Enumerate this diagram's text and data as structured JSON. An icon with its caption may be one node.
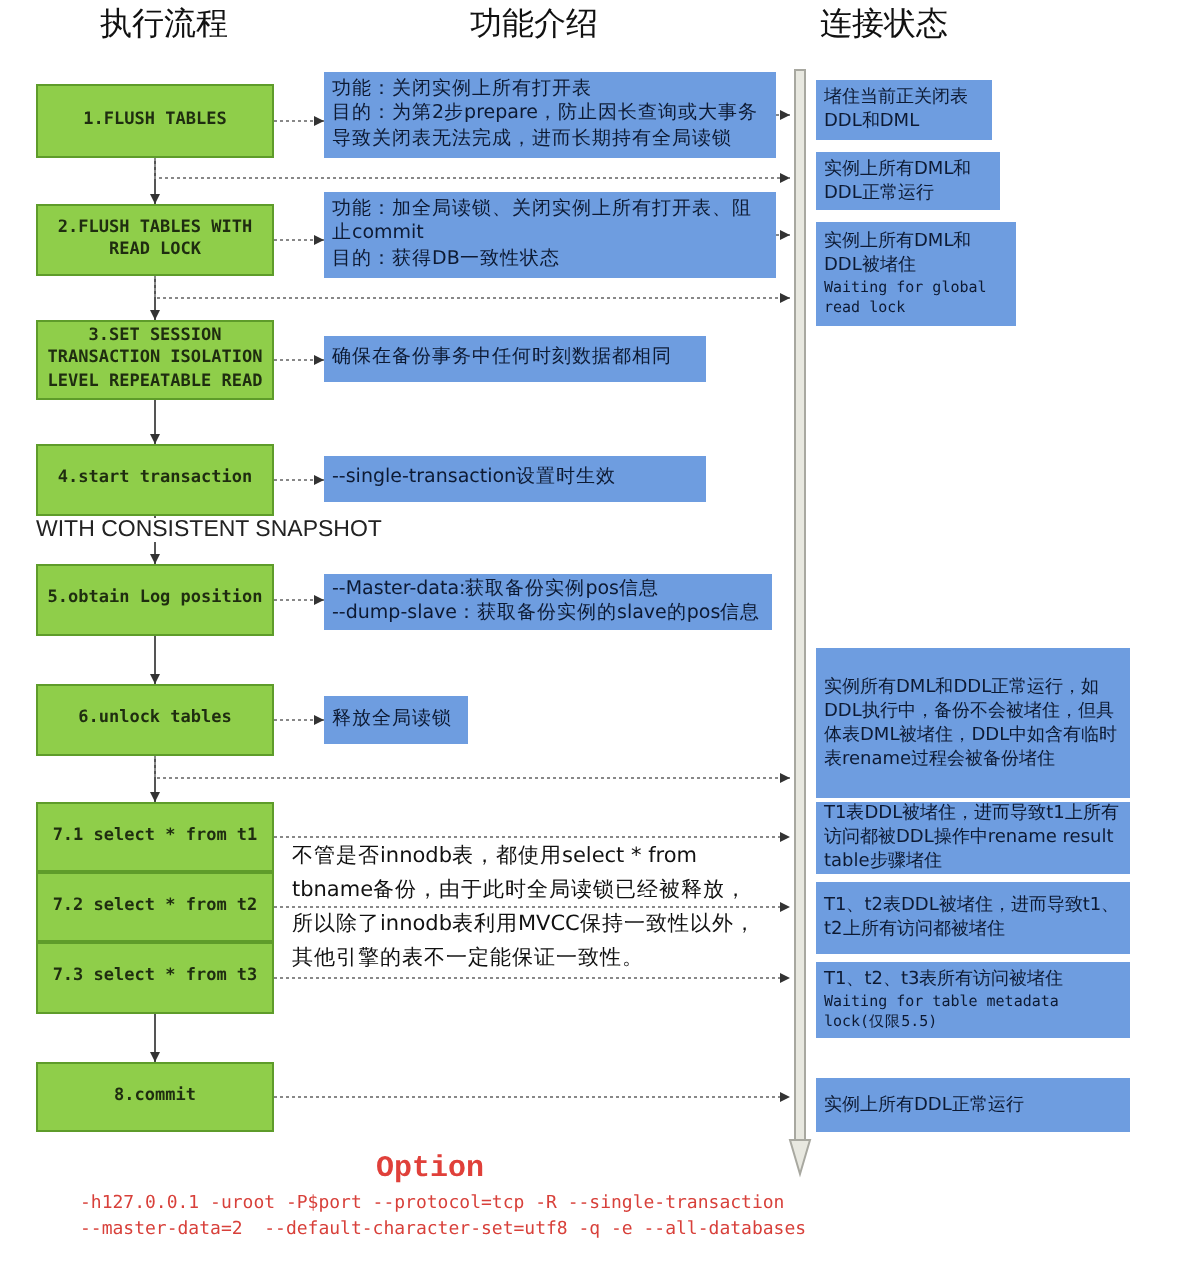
{
  "diagram": {
    "nodes": [
      {
        "text": [
          "1.FLUSH TABLES"
        ]
      },
      {
        "text": [
          "2.FLUSH TABLES WITH READ LOCK"
        ]
      },
      {
        "text": [
          "3.SET SESSION TRANSACTION ISOLATION LEVEL REPEATABLE READ"
        ]
      },
      {
        "text": [
          "4.start transaction"
        ],
        "beside": [
          "WITH CONSISTENT SNAPSHOT"
        ]
      },
      {
        "text": [
          "5.obtain Log position"
        ]
      },
      {
        "text": [
          "6.unlock tables"
        ]
      },
      {
        "text": [
          "7.1 select * from t1"
        ]
      },
      {
        "text": [
          "7.2 select * from t2"
        ]
      },
      {
        "text": [
          "7.3 select * from t3"
        ]
      },
      {
        "text": [
          "8.commit"
        ]
      },
      {
        "text": [
          "功能：关闭实例上所有打开表",
          "目的：为第2步prepare，防止因长查询或大事务导致关闭表无法完成，进而长期持有全局读锁"
        ]
      },
      {
        "text": [
          "功能：加全局读锁、关闭实例上所有打开表、阻止commit",
          "目的：获得DB一致性状态"
        ]
      },
      {
        "text": [
          "确保在备份事务中任何时刻数据都相同"
        ]
      },
      {
        "text": [
          "--single-transaction设置时生效"
        ]
      },
      {
        "text": [
          "--Master-data:获取备份实例pos信息",
          "--dump-slave：获取备份实例的slave的pos信息"
        ]
      },
      {
        "text": [
          "释放全局读锁"
        ]
      },
      {
        "text": [
          "堵住当前正关闭表DDL和DML"
        ]
      },
      {
        "text": [
          "实例上所有DML和DDL正常运行"
        ]
      },
      {
        "text": [
          "实例上所有DML和DDL被堵住",
          "Waiting for global read lock"
        ]
      },
      {
        "text": [
          "实例所有DML和DDL正常运行，如DDL执行中，备份不会被堵住，但具体表DML被堵住，DDL中如含有临时表rename过程会被备份堵住"
        ]
      },
      {
        "text": [
          "T1表DDL被堵住，进而导致t1上所有访问都被DDL操作中rename result table步骤堵住"
        ]
      },
      {
        "text": [
          "T1、t2表DDL被堵住，进而导致t1、t2上所有访问都被堵住"
        ]
      },
      {
        "text": [
          "T1、t2、t3表所有访问被堵住",
          "Waiting for table metadata lock(仅限5.5)"
        ]
      },
      {
        "text": [
          "实例上所有DDL正常运行"
        ]
      },
      {
        "text": [],
        "shape": "bar"
      }
    ],
    "edges": [
      {
        "from": 0,
        "to": 1,
        "arrow": "to"
      },
      {
        "from": 1,
        "to": 2,
        "arrow": "to"
      },
      {
        "from": 2,
        "to": 3,
        "arrow": "to"
      },
      {
        "from": 3,
        "to": 4,
        "arrow": "to"
      },
      {
        "from": 4,
        "to": 5,
        "arrow": "to"
      },
      {
        "from": 5,
        "to": 6,
        "arrow": "to"
      },
      {
        "from": 8,
        "to": 9,
        "arrow": "to"
      },
      {
        "from": 0,
        "to": 10,
        "arrow": "to",
        "style": "dashed"
      },
      {
        "from": 1,
        "to": 11,
        "arrow": "to",
        "style": "dashed"
      },
      {
        "from": 2,
        "to": 12,
        "arrow": "to",
        "style": "dashed"
      },
      {
        "from": 3,
        "to": 13,
        "arrow": "to",
        "style": "dashed"
      },
      {
        "from": 4,
        "to": 14,
        "arrow": "to",
        "style": "dashed"
      },
      {
        "from": 5,
        "to": 15,
        "arrow": "to",
        "style": "dashed"
      },
      {
        "from": 10,
        "to": 24,
        "arrow": "to",
        "style": "dashed"
      },
      {
        "from": 11,
        "to": 24,
        "arrow": "to",
        "style": "dashed"
      },
      {
        "from": 0,
        "to": 24,
        "arrow": "to",
        "style": "dashed"
      },
      {
        "from": 1,
        "to": 24,
        "arrow": "to",
        "style": "dashed"
      },
      {
        "from": 5,
        "to": 24,
        "arrow": "to",
        "style": "dashed"
      },
      {
        "from": 6,
        "to": 24,
        "arrow": "to",
        "style": "dashed"
      },
      {
        "from": 7,
        "to": 24,
        "arrow": "to",
        "style": "dashed"
      },
      {
        "from": 8,
        "to": 24,
        "arrow": "to",
        "style": "dashed"
      },
      {
        "from": 9,
        "to": 24,
        "arrow": "to",
        "style": "dashed"
      }
    ],
    "labels": [
      "执行流程",
      "功能介绍",
      "连接状态",
      "不管是否innodb表，都使用select * from tbname备份，由于此时全局读锁已经被释放，所以除了innodb表利用MVCC保持一致性以外，其他引擎的表不一定能保证一致性。",
      "Option",
      "-h127.0.0.1 -uroot -P$port --protocol=tcp -R --single-transaction",
      "--master-data=2  --default-character-set=utf8 -q -e --all-databases"
    ]
  }
}
